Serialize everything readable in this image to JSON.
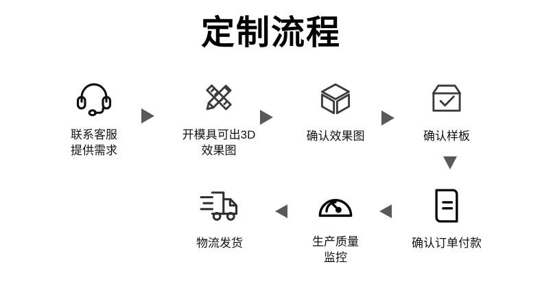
{
  "title": "定制流程",
  "colors": {
    "title": "#000000",
    "label": "#111111",
    "icon_stroke": "#3b3b3b",
    "icon_stroke_dark": "#000000",
    "arrow": "#595959",
    "background": "#ffffff"
  },
  "steps": [
    {
      "id": 1,
      "icon": "headset-icon",
      "label": "联系客服\n提供需求"
    },
    {
      "id": 2,
      "icon": "pencil-ruler-icon",
      "label": "开模具可出3D\n效果图"
    },
    {
      "id": 3,
      "icon": "cube-3d-icon",
      "label": "确认效果图"
    },
    {
      "id": 4,
      "icon": "box-check-icon",
      "label": "确认样板"
    },
    {
      "id": 5,
      "icon": "invoice-document-icon",
      "label": "确认订单付款"
    },
    {
      "id": 6,
      "icon": "gauge-icon",
      "label": "生产质量\n监控"
    },
    {
      "id": 7,
      "icon": "delivery-truck-icon",
      "label": "物流发货"
    }
  ],
  "arrows": [
    {
      "id": "r1",
      "direction": "right",
      "from": 1,
      "to": 2
    },
    {
      "id": "r2",
      "direction": "right",
      "from": 2,
      "to": 3
    },
    {
      "id": "r3",
      "direction": "right",
      "from": 3,
      "to": 4
    },
    {
      "id": "d1",
      "direction": "down",
      "from": 4,
      "to": 5
    },
    {
      "id": "l1",
      "direction": "left",
      "from": 5,
      "to": 6
    },
    {
      "id": "l2",
      "direction": "left",
      "from": 6,
      "to": 7
    }
  ]
}
